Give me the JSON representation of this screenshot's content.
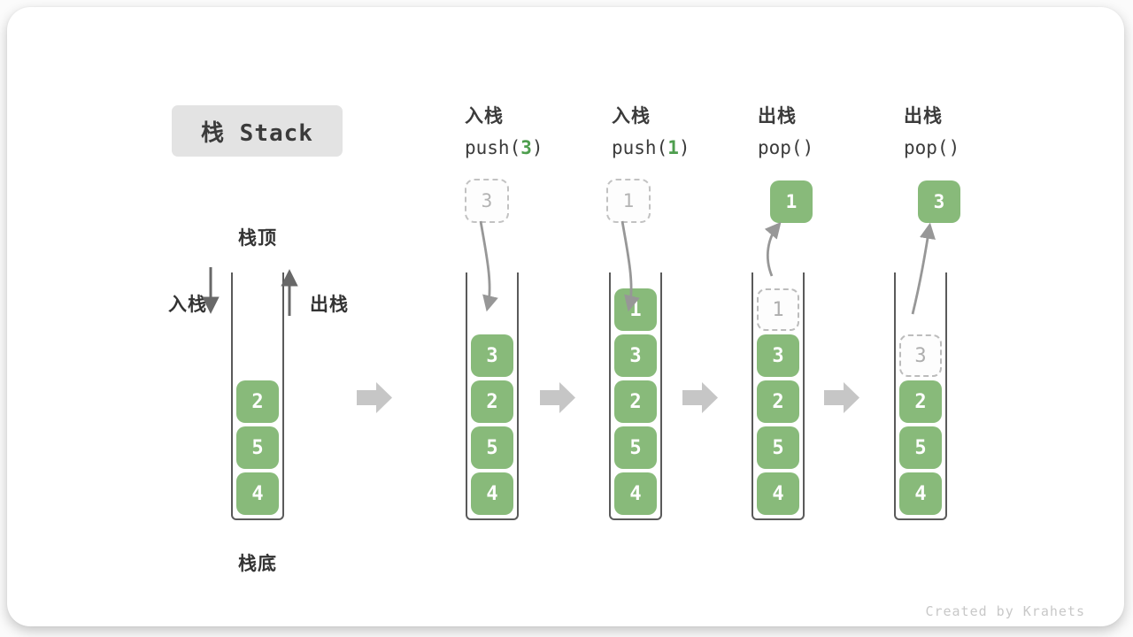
{
  "title": "栈 Stack",
  "footer": "Created by Krahets",
  "side_labels": {
    "top": "栈顶",
    "bottom": "栈底",
    "push": "入栈",
    "pop": "出栈"
  },
  "colors": {
    "item_green": "#88ba7a",
    "code_arg_green": "#4e9e4e",
    "dark_arrow_gray": "#686868",
    "curved_arrow_gray": "#979797",
    "block_arrow_gray": "#c6c6c6",
    "text_dark": "#3b3b3b",
    "ghost_gray": "#b3b3b3",
    "title_bg": "#e3e3e3"
  },
  "steps": [
    {
      "items": [
        "2",
        "5",
        "4"
      ]
    },
    {
      "label": "入栈",
      "code": {
        "pre": "push(",
        "arg": "3",
        "post": ")"
      },
      "float": "3",
      "items": [
        "3",
        "2",
        "5",
        "4"
      ]
    },
    {
      "label": "入栈",
      "code": {
        "pre": "push(",
        "arg": "1",
        "post": ")"
      },
      "float": "1",
      "items": [
        "1",
        "3",
        "2",
        "5",
        "4"
      ]
    },
    {
      "label": "出栈",
      "code": {
        "pre": "pop()",
        "arg": "",
        "post": ""
      },
      "float": "1",
      "ghost": "1",
      "items": [
        "3",
        "2",
        "5",
        "4"
      ]
    },
    {
      "label": "出栈",
      "code": {
        "pre": "pop()",
        "arg": "",
        "post": ""
      },
      "float": "3",
      "ghost": "3",
      "items": [
        "2",
        "5",
        "4"
      ]
    }
  ]
}
